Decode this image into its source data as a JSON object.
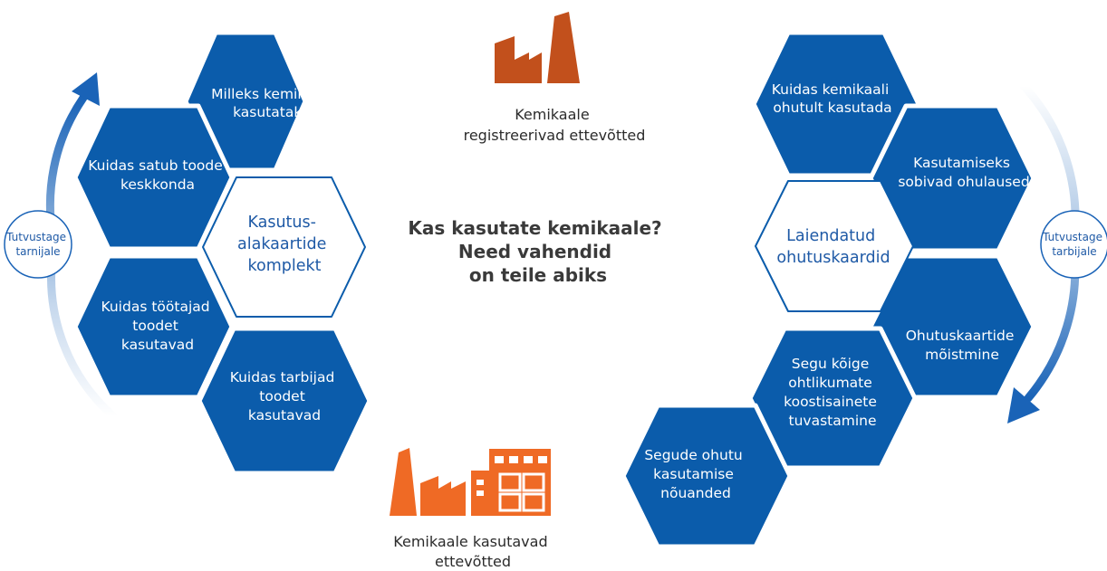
{
  "colors": {
    "hex_blue": "#0b5cab",
    "hex_outline": "#0b5cab",
    "accent_blue_text": "#1f5aa6",
    "factory_dark": "#c2501c",
    "factory_light": "#ef6a25",
    "arrow_blue": "#1a63b7"
  },
  "center": {
    "line1": "Kas kasutate kemikaale?",
    "line2": "Need vahendid",
    "line3": "on teile abiks"
  },
  "top_caption": {
    "line1": "Kemikaale",
    "line2": "registreerivad ettevõtted",
    "icon": "factory-icon"
  },
  "bottom_caption": {
    "line1": "Kemikaale kasutavad",
    "line2": "ettevõtted",
    "icon": "factory-office-icon"
  },
  "left_cluster": {
    "center_lines": [
      "Kasutus-",
      "alakaartide",
      "komplekt"
    ],
    "hexes": [
      {
        "lines": [
          "Milleks kemikaale",
          "kasutatakse"
        ]
      },
      {
        "lines": [
          "Kuidas satub toode",
          "keskkonda"
        ]
      },
      {
        "lines": [
          "Kuidas töötajad",
          "toodet",
          "kasutavad"
        ]
      },
      {
        "lines": [
          "Kuidas tarbijad",
          "toodet",
          "kasutavad"
        ]
      }
    ],
    "circle_lines": [
      "Tutvustage",
      "tarnijale"
    ]
  },
  "right_cluster": {
    "center_lines": [
      "Laiendatud",
      "ohutuskaardid"
    ],
    "hexes": [
      {
        "lines": [
          "Kuidas kemikaali",
          "ohutult kasutada"
        ]
      },
      {
        "lines": [
          "Kasutamiseks",
          "sobivad ohulaused"
        ]
      },
      {
        "lines": [
          "Ohutuskaartide",
          "mõistmine"
        ]
      },
      {
        "lines": [
          "Segu kõige",
          "ohtlikumate",
          "koostisainete",
          "tuvastamine"
        ]
      },
      {
        "lines": [
          "Segude ohutu",
          "kasutamise",
          "nõuanded"
        ]
      }
    ],
    "circle_lines": [
      "Tutvustage",
      "tarbijale"
    ]
  }
}
